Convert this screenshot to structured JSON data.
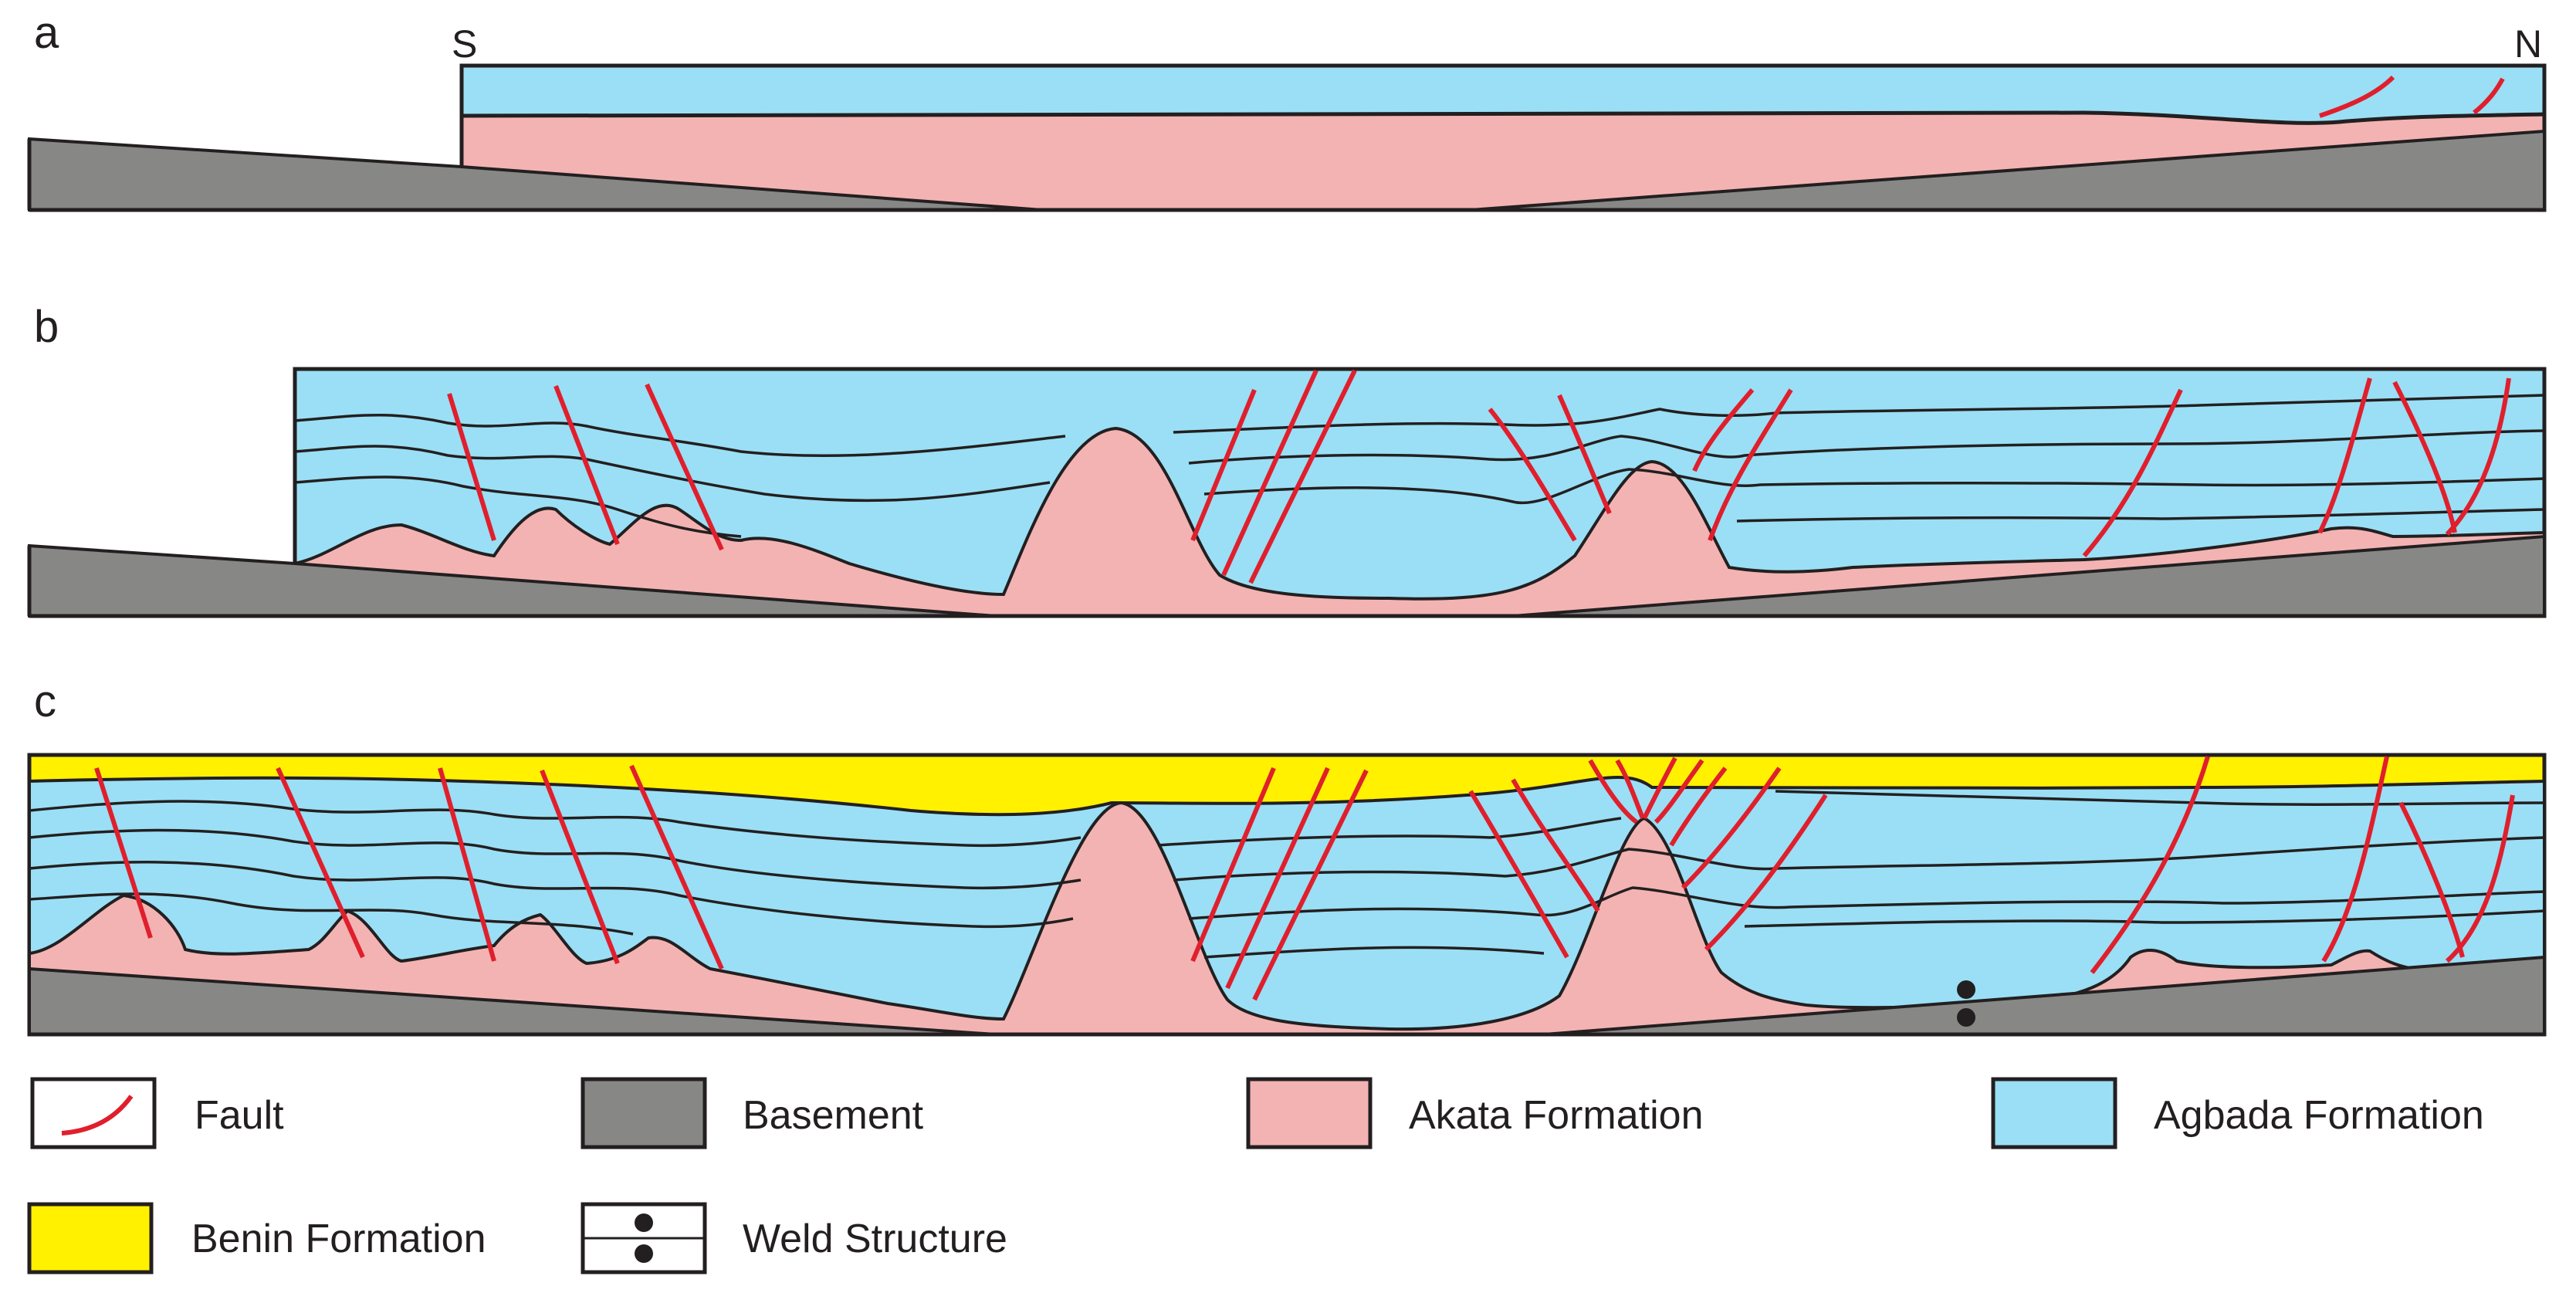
{
  "panels": [
    {
      "letter": "a"
    },
    {
      "letter": "b"
    },
    {
      "letter": "c"
    }
  ],
  "directions": {
    "south": "S",
    "north": "N"
  },
  "legend": [
    {
      "label": "Fault",
      "swatch": "fault-line"
    },
    {
      "label": "Basement",
      "color": "#878786"
    },
    {
      "label": "Akata Formation",
      "color": "#f3b3b3"
    },
    {
      "label": "Agbada Formation",
      "color": "#9adff5"
    },
    {
      "label": "Benin Formation",
      "color": "#fff100"
    },
    {
      "label": "Weld Structure",
      "swatch": "weld-dots"
    }
  ],
  "colors": {
    "basement": "#878786",
    "akata": "#f3b3b3",
    "agbada": "#9adff5",
    "benin": "#fff100",
    "fault": "#e01f2d",
    "outline": "#231f20"
  }
}
